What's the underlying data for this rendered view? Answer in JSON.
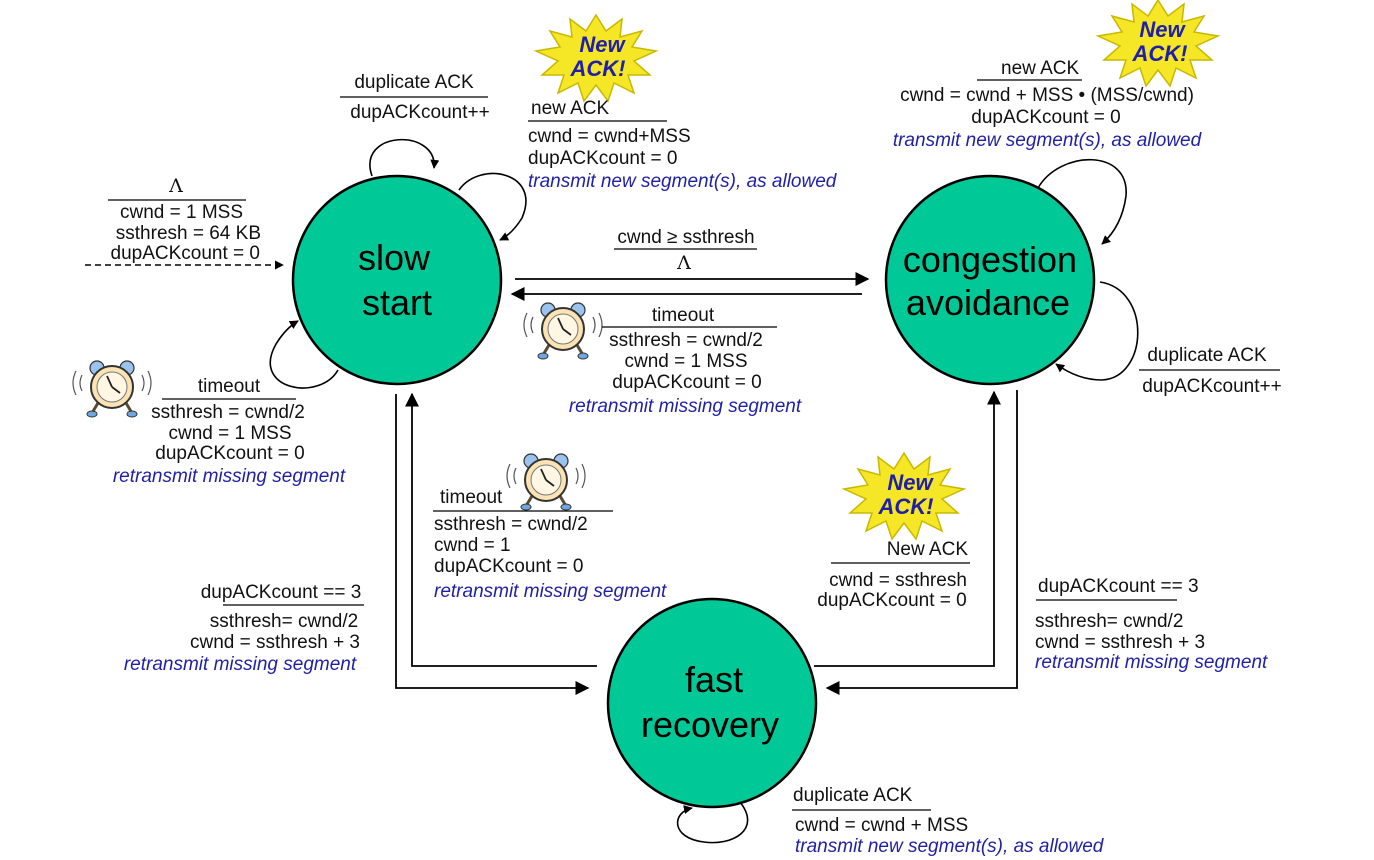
{
  "colors": {
    "state_fill": "#00c896",
    "action_text": "#1f1fa8",
    "burst_fill": "#f5e626"
  },
  "states": {
    "slow_start": [
      "slow",
      "start"
    ],
    "congestion_avoidance": [
      "congestion",
      "avoidance"
    ],
    "fast_recovery": [
      "fast",
      "recovery"
    ]
  },
  "icons": {
    "burst": "new-ack-burst",
    "clock": "alarm-clock"
  },
  "burst_text": [
    "New",
    "ACK!"
  ],
  "init": {
    "event": "Λ",
    "actions": [
      "cwnd = 1 MSS",
      "ssthresh = 64 KB",
      "dupACKcount = 0"
    ]
  },
  "ss_dup": {
    "event": "duplicate ACK",
    "actions": [
      "dupACKcount++"
    ]
  },
  "ss_new": {
    "event": "new ACK",
    "actions": [
      "cwnd = cwnd+MSS",
      "dupACKcount = 0"
    ],
    "italic": "transmit new segment(s), as allowed"
  },
  "ss_to_ca": {
    "event": "cwnd ≥ ssthresh",
    "actions": [
      "Λ"
    ]
  },
  "ca_to_ss": {
    "event": "timeout",
    "actions": [
      "ssthresh = cwnd/2",
      "cwnd = 1 MSS",
      "dupACKcount = 0"
    ],
    "italic": "retransmit missing segment"
  },
  "ss_timeout": {
    "event": "timeout",
    "actions": [
      "ssthresh = cwnd/2",
      "cwnd = 1 MSS",
      "dupACKcount = 0"
    ],
    "italic": "retransmit missing segment"
  },
  "ca_new": {
    "event": "new ACK",
    "actions": [
      "cwnd = cwnd + MSS • (MSS/cwnd)",
      "dupACKcount = 0"
    ],
    "italic": "transmit new segment(s), as allowed"
  },
  "ca_dup": {
    "event": "duplicate ACK",
    "actions": [
      "dupACKcount++"
    ]
  },
  "fr_to_ss": {
    "event": "timeout",
    "actions": [
      "ssthresh = cwnd/2",
      "cwnd = 1",
      "dupACKcount = 0"
    ],
    "italic": "retransmit missing segment"
  },
  "ss_to_fr": {
    "event": "dupACKcount == 3",
    "actions": [
      "ssthresh= cwnd/2",
      "cwnd = ssthresh + 3"
    ],
    "italic": "retransmit missing segment"
  },
  "fr_to_ca": {
    "event": "New ACK",
    "actions": [
      "cwnd = ssthresh",
      "dupACKcount = 0"
    ]
  },
  "ca_to_fr": {
    "event": "dupACKcount == 3",
    "actions": [
      "ssthresh= cwnd/2",
      "cwnd = ssthresh + 3"
    ],
    "italic": "retransmit missing segment"
  },
  "fr_dup": {
    "event": "duplicate ACK",
    "actions": [
      "cwnd = cwnd + MSS"
    ],
    "italic": "transmit new segment(s), as allowed"
  }
}
